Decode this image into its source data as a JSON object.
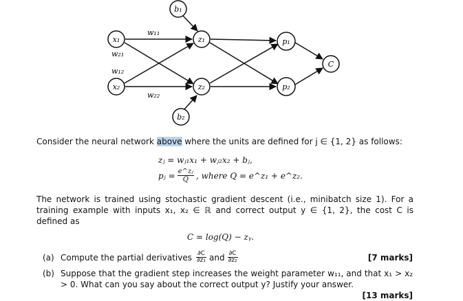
{
  "diagram": {
    "nodes": [
      {
        "id": "b1",
        "label": "b₁"
      },
      {
        "id": "x1",
        "label": "x₁"
      },
      {
        "id": "x2",
        "label": "x₂"
      },
      {
        "id": "z1",
        "label": "z₁"
      },
      {
        "id": "z2",
        "label": "z₂"
      },
      {
        "id": "p1",
        "label": "p₁"
      },
      {
        "id": "p2",
        "label": "p₂"
      },
      {
        "id": "C",
        "label": "C"
      },
      {
        "id": "b2",
        "label": "b₂"
      }
    ],
    "weights": {
      "w11": "w₁₁",
      "w21": "w₂₁",
      "w12": "w₁₂",
      "w22": "w₂₂"
    }
  },
  "intro": {
    "before": "Consider the neural network ",
    "highlight": "above",
    "after": " where the units are defined for j ∈ {1, 2} as follows:"
  },
  "equations": {
    "z_eq": "zⱼ = wⱼ₁x₁ + wⱼ₂x₂ + bⱼ,",
    "p_lhs": "pⱼ =",
    "p_num": "e^zⱼ",
    "p_den": "Q",
    "p_where": ", where Q = e^z₁ + e^z₂."
  },
  "training_text": "The network is trained using stochastic gradient descent (i.e., minibatch size 1). For a training example with inputs x₁, x₂ ∈ ℝ and correct output y ∈ {1, 2}, the cost C is defined as",
  "cost_eq": "C = log(Q) − zᵧ.",
  "question_a": {
    "label": "(a)",
    "text": "Compute the partial derivatives",
    "frac1_num": "∂C",
    "frac1_den": "∂z₁",
    "and": "and",
    "frac2_num": "∂C",
    "frac2_den": "∂z₂",
    "marks": "[7 marks]"
  },
  "question_b": {
    "label": "(b)",
    "text": "Suppose that the gradient step increases the weight parameter w₁₁, and that x₁ > x₂ > 0. What can you say about the correct output y? Justify your answer.",
    "marks": "[13 marks]"
  }
}
